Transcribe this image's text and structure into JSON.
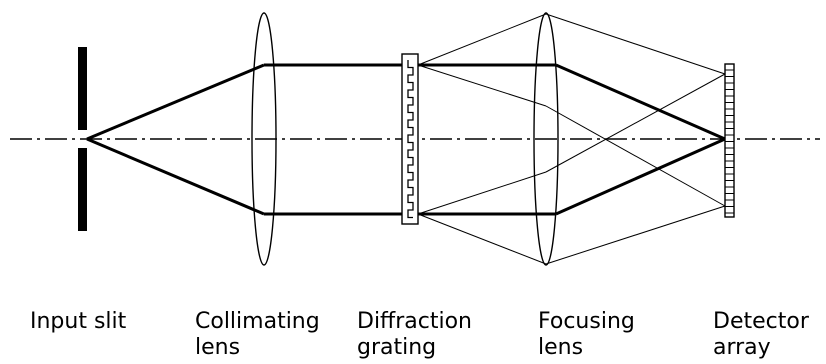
{
  "colors": {
    "stroke": "#000000",
    "background": "#ffffff"
  },
  "components": [
    {
      "id": "input-slit",
      "line1": "Input slit",
      "line2": ""
    },
    {
      "id": "collimating-lens",
      "line1": "Collimating",
      "line2": "lens"
    },
    {
      "id": "diffraction-grating",
      "line1": "Diffraction",
      "line2": "grating"
    },
    {
      "id": "focusing-lens",
      "line1": "Focusing",
      "line2": "lens"
    },
    {
      "id": "detector-array",
      "line1": "Detector",
      "line2": "array"
    }
  ]
}
